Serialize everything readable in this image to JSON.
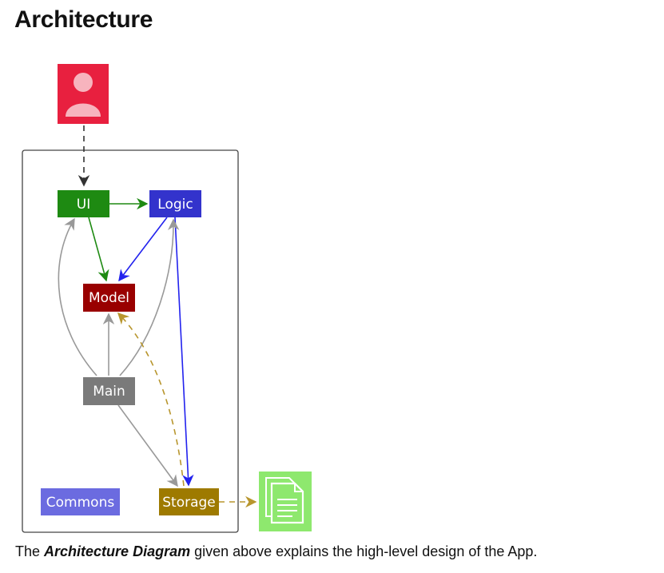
{
  "page": {
    "title": "Architecture"
  },
  "diagram": {
    "nodes": {
      "ui": {
        "label": "UI",
        "color": "#1e8a12"
      },
      "logic": {
        "label": "Logic",
        "color": "#3333cc"
      },
      "model": {
        "label": "Model",
        "color": "#990000"
      },
      "main": {
        "label": "Main",
        "color": "#7a7a7a"
      },
      "commons": {
        "label": "Commons",
        "color": "#6b6be0"
      },
      "storage": {
        "label": "Storage",
        "color": "#9e7a00"
      }
    },
    "user_icon": {
      "name": "user-icon",
      "color": "#e8203f"
    },
    "file_icon": {
      "name": "file-icon",
      "color": "#8ee86e"
    },
    "edge_colors": {
      "user": "#333333",
      "ui": "#1e8a12",
      "logic": "#2222ee",
      "main": "#999999",
      "storage": "#b8962e"
    }
  },
  "caption": {
    "prefix": "The ",
    "emphasis": "Architecture Diagram",
    "suffix": " given above explains the high-level design of the App."
  }
}
